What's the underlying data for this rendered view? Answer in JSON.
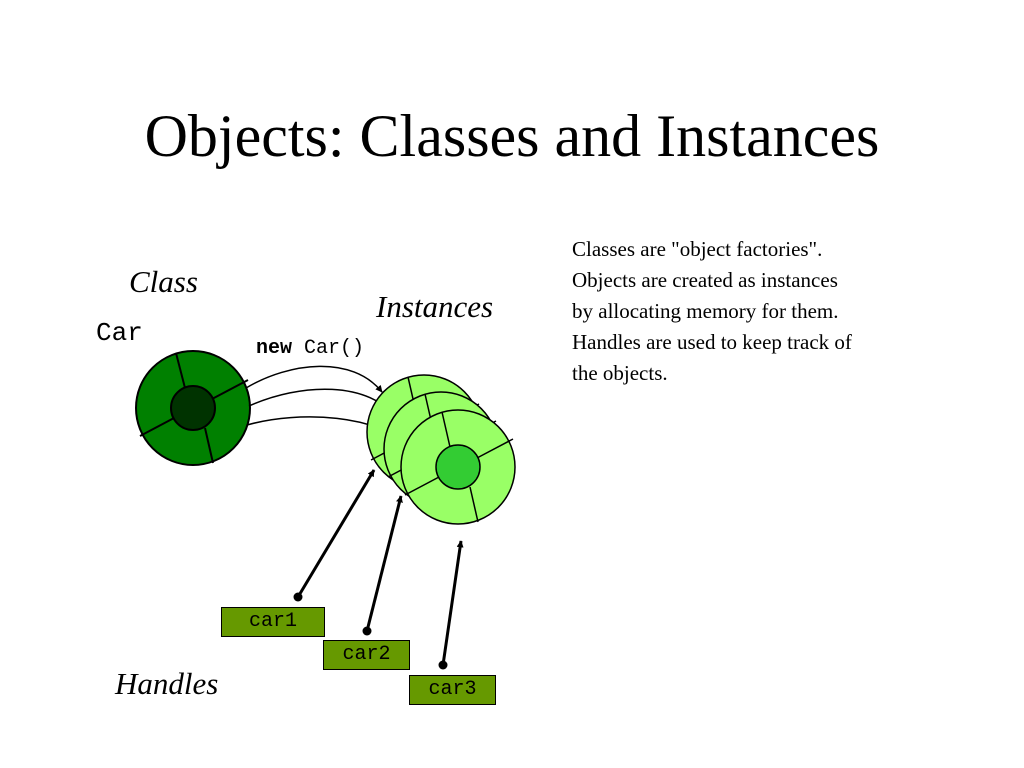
{
  "slide": {
    "title": "Objects: Classes and Instances",
    "description_lines": [
      "Classes are \"object factories\".",
      "Objects are created as instances",
      "by allocating memory for them.",
      "Handles are used to keep track of",
      "the objects."
    ]
  },
  "diagram": {
    "class_label": "Class",
    "class_name": "Car",
    "instances_label": "Instances",
    "new_keyword": "new",
    "constructor_call": "Car()",
    "handles_label": "Handles",
    "handles": [
      "car1",
      "car2",
      "car3"
    ],
    "colors": {
      "class_fill": "#008000",
      "class_core": "#003300",
      "instance_fill": "#99ff66",
      "instance_core": "#33cc33",
      "handle_fill": "#669900"
    }
  }
}
